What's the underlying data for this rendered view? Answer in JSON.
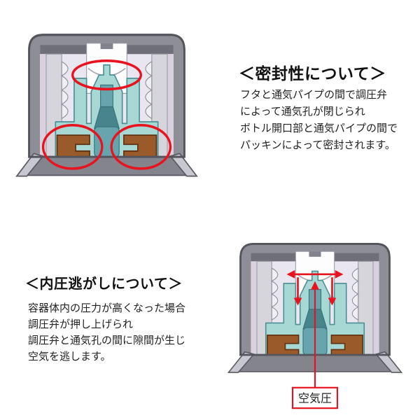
{
  "sections": [
    {
      "heading": "＜密封性について＞",
      "lines": [
        "フタと通気パイプの間で調圧弁",
        "によって通気孔が閉じられ",
        "ボトル開口部と通気パイプの間で",
        "パッキンによって密封されます。"
      ]
    },
    {
      "heading": "＜内圧逃がしについて＞",
      "lines": [
        "容器体内の圧力が高くなった場合",
        "調圧弁が押し上げられ",
        "調圧弁と通気孔の間に隙間が生じ",
        "空気を逃します。"
      ]
    }
  ],
  "diagram2": {
    "label": "空気圧"
  },
  "colors": {
    "highlight_red": "#e8131f",
    "valve_teal": "#a8d8d4",
    "valve_teal_dark": "#66a5ad",
    "packing_brown": "#9b5a2a",
    "cap_gray": "#8e8e96",
    "text": "#222222"
  }
}
